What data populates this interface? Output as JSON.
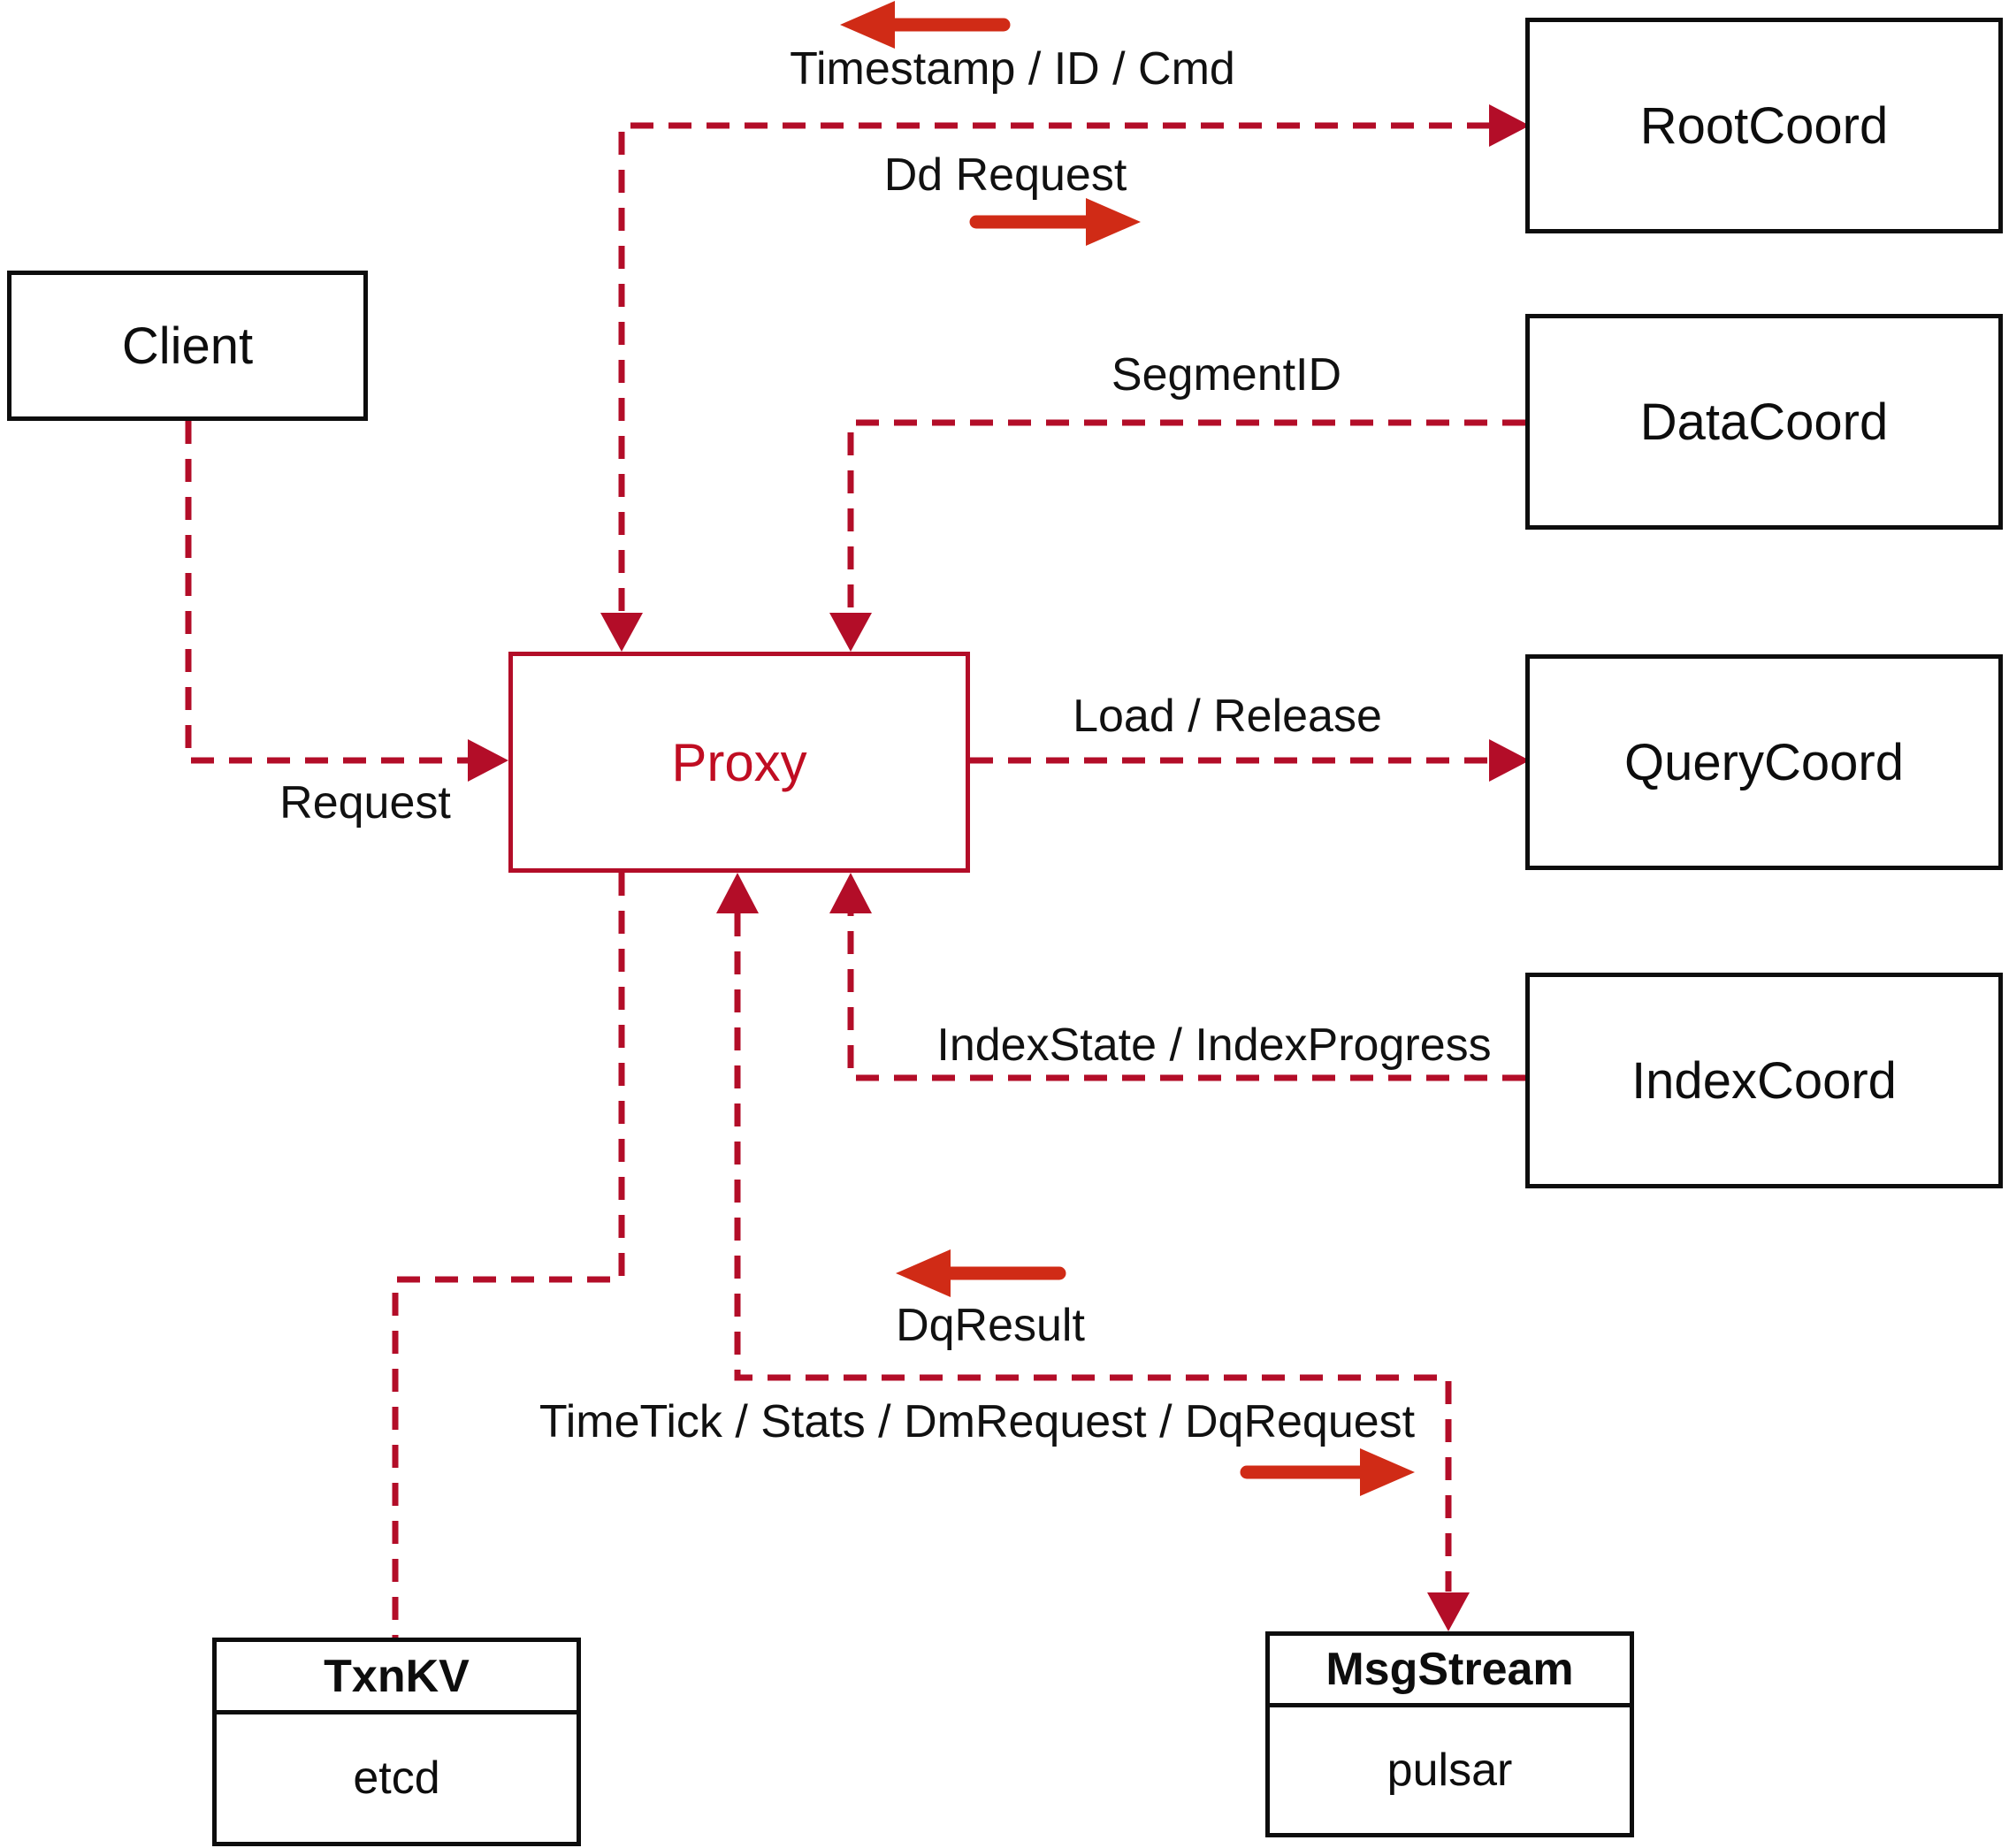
{
  "diagram": {
    "subject": "Proxy architecture diagram",
    "colors": {
      "background": "#FFFFFF",
      "dashed_connector": "#B30D28",
      "proxy_accent": "#C00D22",
      "solid_direction_arrow": "#D02B16",
      "box_border": "#0D0D0D",
      "label_text": "#111111"
    }
  },
  "nodes": {
    "client": {
      "label": "Client"
    },
    "proxy": {
      "label": "Proxy"
    },
    "root_coord": {
      "label": "RootCoord"
    },
    "data_coord": {
      "label": "DataCoord"
    },
    "query_coord": {
      "label": "QueryCoord"
    },
    "index_coord": {
      "label": "IndexCoord"
    },
    "txn_kv": {
      "title": "TxnKV",
      "impl": "etcd"
    },
    "msg_stream": {
      "title": "MsgStream",
      "impl": "pulsar"
    }
  },
  "edges": [
    {
      "name": "client-to-proxy",
      "style": "dashed",
      "label": "Request",
      "arrowheads": [
        "proxy"
      ]
    },
    {
      "name": "proxy-rootcoord",
      "style": "dashed",
      "labels": {
        "to_proxy": "Timestamp / ID / Cmd",
        "to_rootcoord": "Dd Request"
      },
      "arrowheads": [
        "rootcoord",
        "proxy"
      ]
    },
    {
      "name": "datacoord-to-proxy",
      "style": "dashed",
      "label": "SegmentID",
      "arrowheads": [
        "proxy"
      ]
    },
    {
      "name": "proxy-to-querycoord",
      "style": "dashed",
      "label": "Load / Release",
      "arrowheads": [
        "querycoord"
      ]
    },
    {
      "name": "indexcoord-to-proxy",
      "style": "dashed",
      "label": "IndexState / IndexProgress",
      "arrowheads": [
        "proxy"
      ]
    },
    {
      "name": "proxy-msgstream",
      "style": "dashed",
      "labels": {
        "to_proxy": "DqResult",
        "to_msgstream": "TimeTick / Stats / DmRequest / DqRequest"
      },
      "arrowheads": [
        "proxy",
        "msgstream"
      ]
    },
    {
      "name": "proxy-txnkv",
      "style": "dashed",
      "arrowheads": []
    }
  ]
}
